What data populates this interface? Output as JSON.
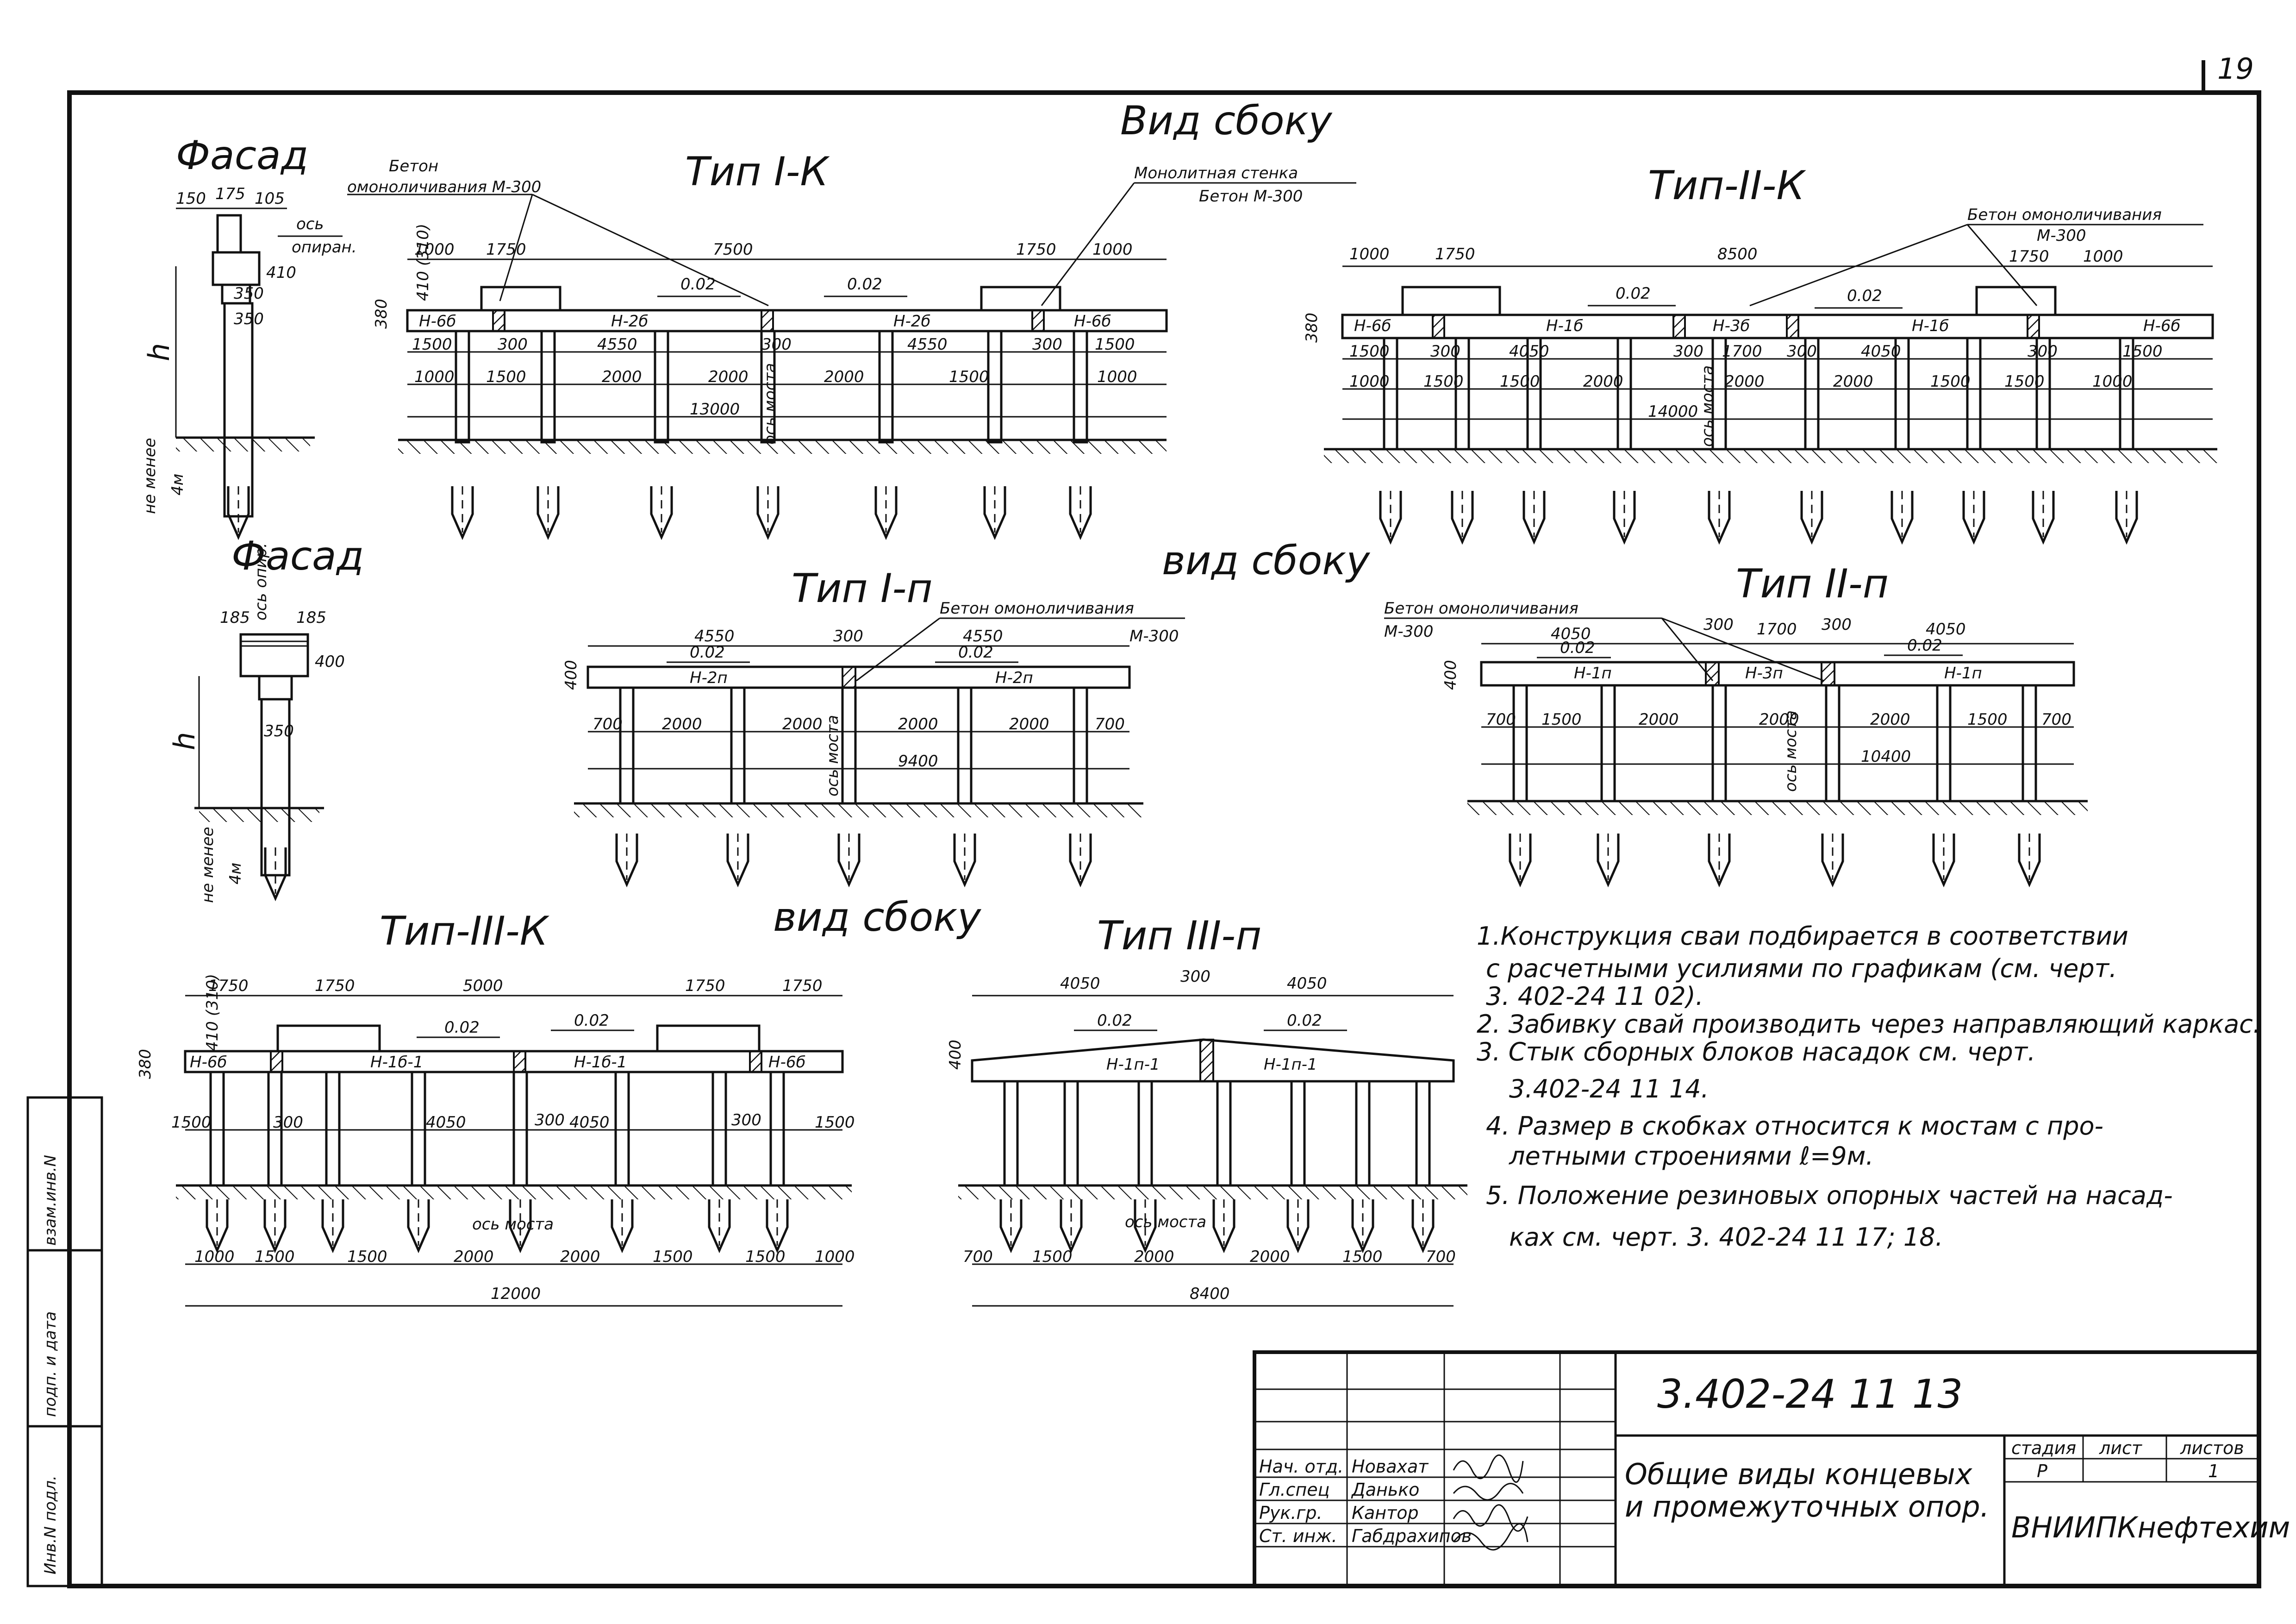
{
  "page": {
    "sheet_number": "19"
  },
  "headings": {
    "side_view_1": "Вид сбоку",
    "side_view_2": "вид сбоку",
    "side_view_3": "вид сбоку",
    "facade_1": "Фасад",
    "facade_2": "Фасад"
  },
  "types": {
    "t1k": "Тип I-К",
    "t2k": "Тип-II-К",
    "t1p": "Тип I-п",
    "t2p": "Тип II-п",
    "t3k": "Тип-III-К",
    "t3p": "Тип III-п"
  },
  "callouts": {
    "concrete_t1k_a": "Бетон",
    "concrete_t1k_b": "омоноличивания М-300",
    "monolith_a": "Монолитная стенка",
    "monolith_b": "Бетон М-300",
    "concrete_t2k_a": "Бетон омоноличивания",
    "concrete_t2k_b": "М-300",
    "concrete_t1p": "Бетон омоноличивания",
    "concrete_t1p_grade": "М-300",
    "concrete_t2p": "Бетон омоноличивания",
    "concrete_t2p_grade": "М-300"
  },
  "facade1": {
    "d1": "150",
    "d2": "175",
    "d3": "105",
    "axis": "ось",
    "axis2": "опиран.",
    "h": "h",
    "depth_a": "не менее",
    "depth_b": "4м",
    "v1": "410",
    "v2": "350",
    "v3": "350"
  },
  "facade2": {
    "d1": "185",
    "d2": "185",
    "axis": "ось опир.",
    "h": "h",
    "depth_a": "не менее",
    "depth_b": "4м",
    "v1": "400",
    "v2": "350"
  },
  "t1k": {
    "top_dims": [
      "1000",
      "1750",
      "7500",
      "1750",
      "1000"
    ],
    "slope1": "0.02",
    "slope2": "0.02",
    "blocks": [
      "Н-6б",
      "Н-2б",
      "Н-2б",
      "Н-6б"
    ],
    "row1": [
      "1500",
      "300",
      "4550",
      "300",
      "4550",
      "300",
      "1500"
    ],
    "row2": [
      "1000",
      "1500",
      "2000",
      "2000",
      "2000",
      "1500",
      "1000"
    ],
    "total": "13000",
    "height_dim": "380",
    "side": "410 (310)",
    "axis": "ось моста"
  },
  "t2k": {
    "top_dims": [
      "1000",
      "1750",
      "8500",
      "1750",
      "1000"
    ],
    "slope1": "0.02",
    "slope2": "0.02",
    "blocks": [
      "Н-6б",
      "Н-1б",
      "Н-3б",
      "Н-1б",
      "Н-6б"
    ],
    "row1": [
      "1500",
      "300",
      "4050",
      "300",
      "1700",
      "300",
      "4050",
      "300",
      "1500"
    ],
    "row2": [
      "1000",
      "1500",
      "1500",
      "2000",
      "2000",
      "2000",
      "1500",
      "1500",
      "1000"
    ],
    "total": "14000",
    "height_dim": "380",
    "axis": "ось моста"
  },
  "t1p": {
    "top_dims": [
      "4550",
      "300",
      "4550"
    ],
    "slope1": "0.02",
    "slope2": "0.02",
    "blocks": [
      "Н-2п",
      "Н-2п"
    ],
    "row1": [
      "700",
      "2000",
      "2000",
      "2000",
      "2000",
      "700"
    ],
    "total": "9400",
    "height_dim": "400",
    "axis": "ось моста"
  },
  "t2p": {
    "top_dims": [
      "4050",
      "300",
      "1700",
      "300",
      "4050"
    ],
    "slope1": "0.02",
    "slope2": "0.02",
    "blocks": [
      "Н-1п",
      "Н-3п",
      "Н-1п"
    ],
    "row1": [
      "700",
      "1500",
      "2000",
      "2000",
      "2000",
      "1500",
      "700"
    ],
    "total": "10400",
    "height_dim": "400",
    "axis": "ось моста"
  },
  "t3k": {
    "top_dims": [
      "1750",
      "1750",
      "5000",
      "1750",
      "1750"
    ],
    "slope1": "0.02",
    "slope2": "0.02",
    "blocks": [
      "Н-6б",
      "Н-1б-1",
      "Н-1б-1",
      "Н-6б"
    ],
    "mid_dims": [
      "1500",
      "300",
      "4050",
      "300",
      "4050",
      "300",
      "1500"
    ],
    "bottom_dims": [
      "1000",
      "1500",
      "1500",
      "2000",
      "2000",
      "1500",
      "1500",
      "1000"
    ],
    "total": "12000",
    "height_dim": "380",
    "side": "410 (310)",
    "axis": "ось моста"
  },
  "t3p": {
    "top_dims": [
      "4050",
      "300",
      "4050"
    ],
    "slope1": "0.02",
    "slope2": "0.02",
    "blocks": [
      "Н-1п-1",
      "Н-1п-1"
    ],
    "bottom_dims": [
      "700",
      "1500",
      "2000",
      "2000",
      "1500",
      "700"
    ],
    "total": "8400",
    "height_dim": "400",
    "axis": "ось моста"
  },
  "notes": [
    "1.Конструкция сваи подбирается в соответствии",
    "с расчетными усилиями по графикам (см. черт.",
    "3. 402-24 11 02).",
    "2. Забивку свай производить через направляющий каркас.",
    "3. Стык сборных блоков насадок см. черт.",
    "3.402-24 11 14.",
    "4. Размер в скобках относится к мостам с про-",
    "летными строениями ℓ=9м.",
    "5. Положение резиновых опорных частей на насад-",
    "ках см. черт. 3. 402-24 11 17; 18."
  ],
  "title_block": {
    "doc_code": "3.402-24 11 13",
    "title_line1": "Общие виды концевых",
    "title_line2": "и промежуточных опор.",
    "roles": [
      "Нач. отд.",
      "Гл.спец",
      "Рук.гр.",
      "Ст. инж."
    ],
    "names": [
      "Новахат",
      "Данько",
      "Кантор",
      "Габдрахипов"
    ],
    "stage_label": "стадия",
    "sheet_label": "лист",
    "sheets_label": "листов",
    "stage_value": "Р",
    "sheets_value": "1",
    "organization": "ВНИИПКнефтехим"
  },
  "side_stamp": {
    "inv": "Инв.N подл.",
    "sign": "подп. и дата",
    "vzam": "взам.инв.N"
  }
}
